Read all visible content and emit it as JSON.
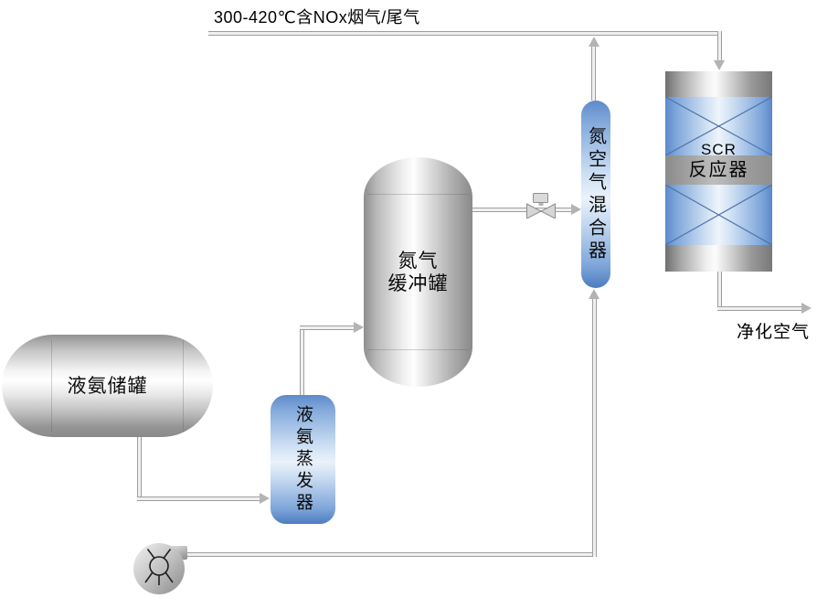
{
  "streams": {
    "inlet_label": "300-420℃含NOx烟气/尾气",
    "outlet_label": "净化空气"
  },
  "equipment": {
    "ammonia_tank": {
      "label": "液氨储罐"
    },
    "ammonia_evaporator": {
      "label": "液氨蒸发器"
    },
    "nitrogen_buffer_tank": {
      "label_lines": [
        "氮气",
        "缓冲罐"
      ]
    },
    "nitrogen_air_mixer": {
      "label": "氮空气混合器"
    },
    "scr_reactor": {
      "label_lines": [
        "SCR",
        "反应器"
      ]
    },
    "blower": {
      "icon": "blower-icon"
    },
    "control_valve": {
      "icon": "control-valve-icon"
    }
  },
  "colors": {
    "equipment_blue": "#5d8aca",
    "metal_gray": "#9a9a9a",
    "pipe_gray": "#9e9e9e",
    "arrow_gray": "#b3b3b3",
    "text": "#000000",
    "background": "#ffffff"
  }
}
